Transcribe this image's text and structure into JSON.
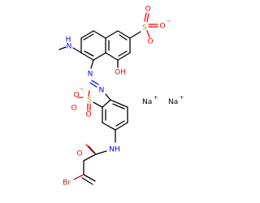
{
  "colors": {
    "carbon": "#000000",
    "oxygen": "#ff0000",
    "nitrogen": "#0000ff",
    "sulfur": "#b8a000",
    "bromine": "#a52a2a",
    "background": "#ffffff"
  },
  "labels": {
    "S_top": "S",
    "O_top_right": "O",
    "O_top_minus": "O",
    "O_top_up": "O",
    "minus": "−",
    "N_methyl": "N",
    "H_methyl": "H",
    "OH": "OH",
    "N_azo_left": "N",
    "N_azo_right": "N",
    "S_mid": "S",
    "O_mid_minus": "O",
    "O_mid_left": "O",
    "O_mid_down": "O",
    "O_amide": "O",
    "NH_amide": "NH",
    "Br": "Br",
    "Na1": "Na",
    "Na2": "Na",
    "plus": "+"
  }
}
